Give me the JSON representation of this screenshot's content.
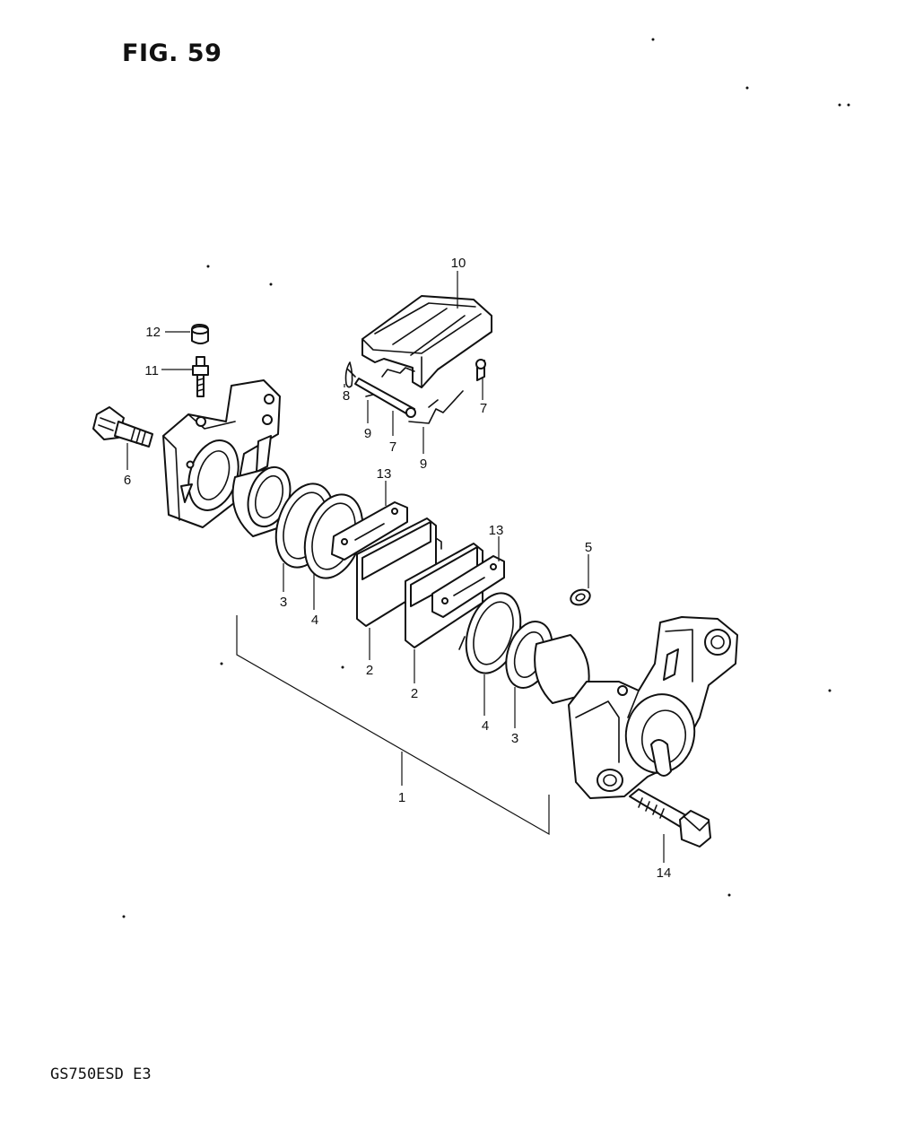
{
  "figure": {
    "title": "FIG. 59"
  },
  "footer": {
    "model_code": "GS750ESD E3"
  },
  "callouts": {
    "c1": "1",
    "c2a": "2",
    "c2b": "2",
    "c3a": "3",
    "c3b": "3",
    "c4a": "4",
    "c4b": "4",
    "c5": "5",
    "c6": "6",
    "c7a": "7",
    "c7b": "7",
    "c8": "8",
    "c9a": "9",
    "c9b": "9",
    "c10": "10",
    "c11": "11",
    "c12": "12",
    "c13a": "13",
    "c13b": "13",
    "c14": "14"
  }
}
